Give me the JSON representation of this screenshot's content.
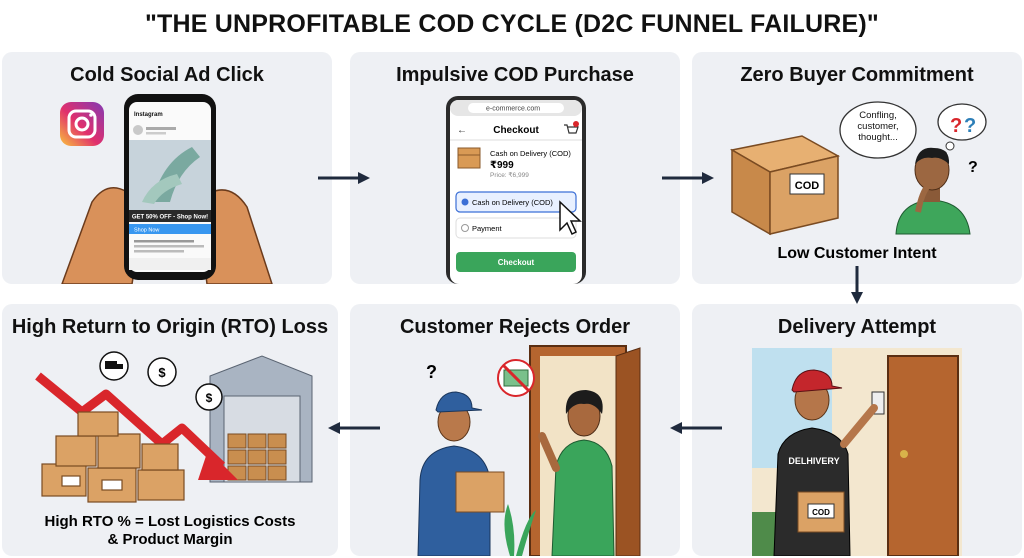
{
  "title": "\"THE UNPROFITABLE COD CYCLE (D2C FUNNEL FAILURE)\"",
  "steps": {
    "s1": {
      "title": "Cold Social Ad Click",
      "app_name": "Instagram",
      "ad_banner": "GET 50% OFF - Shop Now!",
      "shop_now": "Shop Now"
    },
    "s2": {
      "title": "Impulsive COD Purchase",
      "url": "e-commerce.com",
      "header": "Checkout",
      "product_label": "Cash on Delivery (COD)",
      "price": "₹999",
      "old_price": "Price: ₹6,999",
      "option_selected": "Cash on Delivery (COD)",
      "option_other": "Payment",
      "button": "Checkout"
    },
    "s3": {
      "title": "Zero Buyer Commitment",
      "thought": "Confling, customer, thought...",
      "box_label": "COD",
      "caption": "Low Customer Intent"
    },
    "s4": {
      "title": "Delivery Attempt",
      "shirt_text": "DELHIVERY",
      "box_label": "COD"
    },
    "s5": {
      "title": "Customer Rejects Order"
    },
    "s6": {
      "title": "High Return to Origin (RTO) Loss",
      "caption_line1": "High RTO % = Lost Logistics Costs",
      "caption_line2": "& Product Margin"
    }
  },
  "colors": {
    "accent": "#1f2a3d",
    "panel": "#eef0f4",
    "green": "#3aa55b",
    "red": "#d9262b"
  }
}
